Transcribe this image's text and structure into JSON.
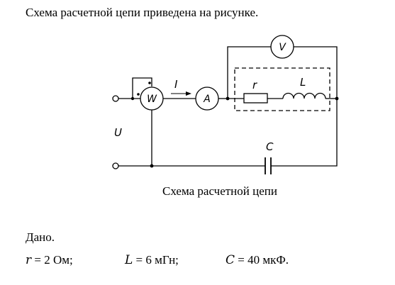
{
  "intro": "Схема расчетной цепи приведена на рисунке.",
  "circuit": {
    "labels": {
      "voltage": "U",
      "current": "I",
      "resistor": "r",
      "inductor": "L",
      "capacitor": "C"
    },
    "meters": {
      "wattmeter": "W",
      "ammeter": "A",
      "voltmeter": "V"
    }
  },
  "caption": "Схема расчетной цепи",
  "given_heading": "Дано.",
  "params": {
    "r": {
      "symbol": "r",
      "value": "= 2 Ом;"
    },
    "L": {
      "symbol": "L",
      "value": "= 6 мГн;"
    },
    "C": {
      "symbol": "C",
      "value": "= 40 мкФ."
    }
  }
}
